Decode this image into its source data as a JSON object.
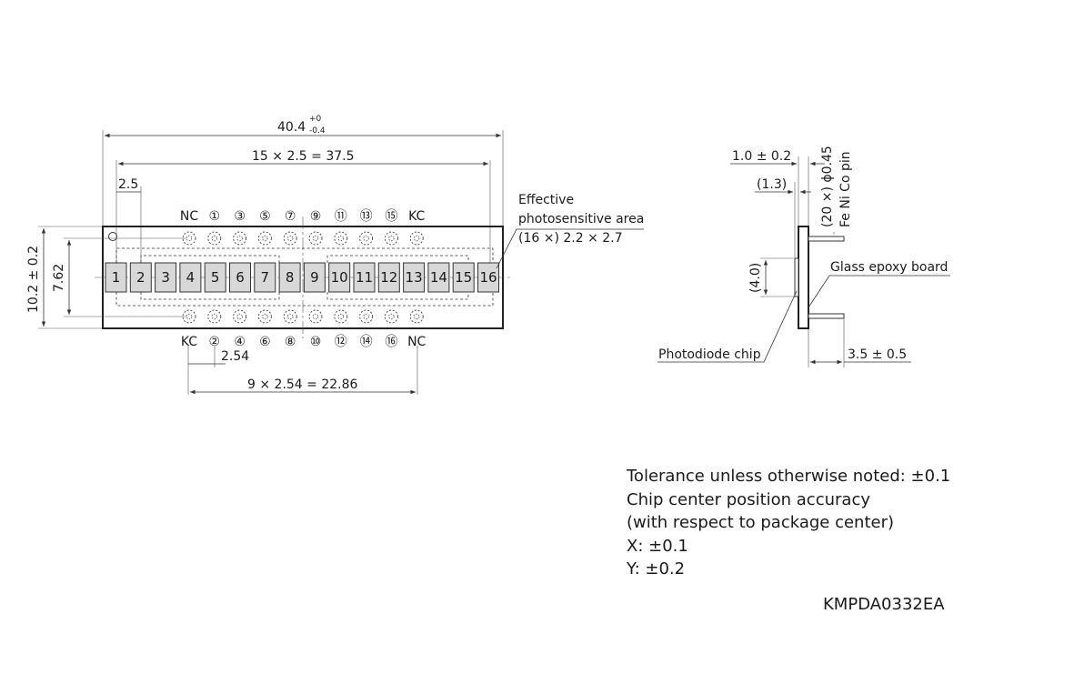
{
  "front_view": {
    "overall_width": "40.4",
    "overall_width_tol_upper": "+0",
    "overall_width_tol_lower": "-0.4",
    "pitch_dim": "15 × 2.5 = 37.5",
    "pitch": "2.5",
    "height_dim": "10.2 ± 0.2",
    "row_spacing": "7.62",
    "effective_area_label": [
      "Effective",
      "photosensitive area",
      "(16 ×) 2.2 × 2.7"
    ],
    "elements": [
      "1",
      "2",
      "3",
      "4",
      "5",
      "6",
      "7",
      "8",
      "9",
      "10",
      "11",
      "12",
      "13",
      "14",
      "15",
      "16"
    ],
    "top_pins": [
      "NC",
      "①",
      "③",
      "⑤",
      "⑦",
      "⑨",
      "⑪",
      "⑬",
      "⑮",
      "KC"
    ],
    "bottom_pins": [
      "KC",
      "②",
      "④",
      "⑥",
      "⑧",
      "⑩",
      "⑫",
      "⑭",
      "⑯",
      "NC"
    ],
    "pin_pitch": "2.54",
    "pin_span": "9 × 2.54 = 22.86"
  },
  "side_view": {
    "board_thickness": "1.0 ± 0.2",
    "pin_label": "(20 ×) ϕ0.45",
    "pin_material": "Fe Ni Co pin",
    "chip_offset": "(1.3)",
    "chip_height": "(4.0)",
    "board_label": "Glass epoxy board",
    "chip_label": "Photodiode chip",
    "pin_length": "3.5 ± 0.5"
  },
  "notes": [
    "Tolerance unless otherwise noted: ±0.1",
    "Chip center position accuracy",
    "(with respect to package center)",
    "X: ±0.1",
    "Y: ±0.2"
  ],
  "drawing_code": "KMPDA0332EA"
}
